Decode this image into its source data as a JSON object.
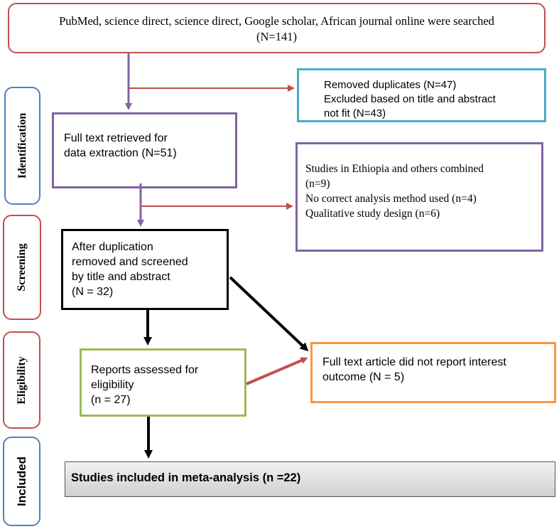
{
  "stages": {
    "identification": "Identification",
    "screening": "Screening",
    "eligibility": "Eligibility",
    "included": "Included"
  },
  "boxes": {
    "search": {
      "line1": "PubMed, science direct, science direct, Google scholar, African journal online were searched",
      "line2": "(N=141)"
    },
    "removed": {
      "line1": "Removed duplicates (N=47)",
      "line2": "Excluded based on title and abstract",
      "line3": "not fit (N=43)"
    },
    "full_text": {
      "line1": "Full text retrieved for",
      "line2": "data extraction (N=51)"
    },
    "excluded_studies": {
      "line1": "Studies in Ethiopia and others combined",
      "line2": "(n=9)",
      "line3": "No correct analysis method used (n=4)",
      "line4": "Qualitative study design (n=6)"
    },
    "screened": {
      "line1": "After duplication",
      "line2": "removed and screened",
      "line3": "by title and abstract",
      "line4": "(N = 32)"
    },
    "assessed": {
      "line1": "Reports assessed for",
      "line2": "eligibility",
      "line3": "(n = 27)"
    },
    "not_reported": {
      "line1": "Full text article did not report interest",
      "line2": "outcome (N = 5)"
    },
    "included": {
      "label": "Studies included in meta-analysis (n =22)"
    }
  },
  "colors": {
    "search_border": "#c0504d",
    "removed_border": "#4bacc6",
    "purple": "#8064a2",
    "black": "#000000",
    "green": "#9bbb59",
    "orange": "#f79646",
    "blue": "#4f81bd",
    "red_arrow": "#c0504d",
    "included_fill": "#d9d9d9"
  }
}
